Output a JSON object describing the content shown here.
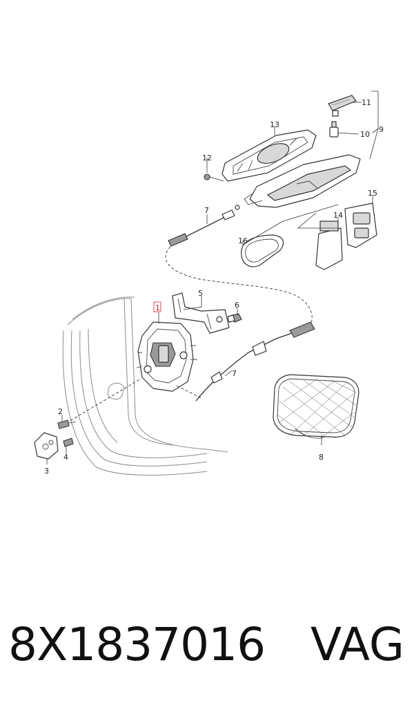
{
  "callouts": [
    "1",
    "2",
    "3",
    "4",
    "5",
    "6",
    "7",
    "7",
    "8",
    "9",
    "10",
    "11",
    "12",
    "13",
    "14",
    "15",
    "16"
  ],
  "caption": {
    "part_number": "8X1837016",
    "brand": "VAG"
  },
  "colors": {
    "highlight": "#d0201c",
    "line": "#333333"
  }
}
